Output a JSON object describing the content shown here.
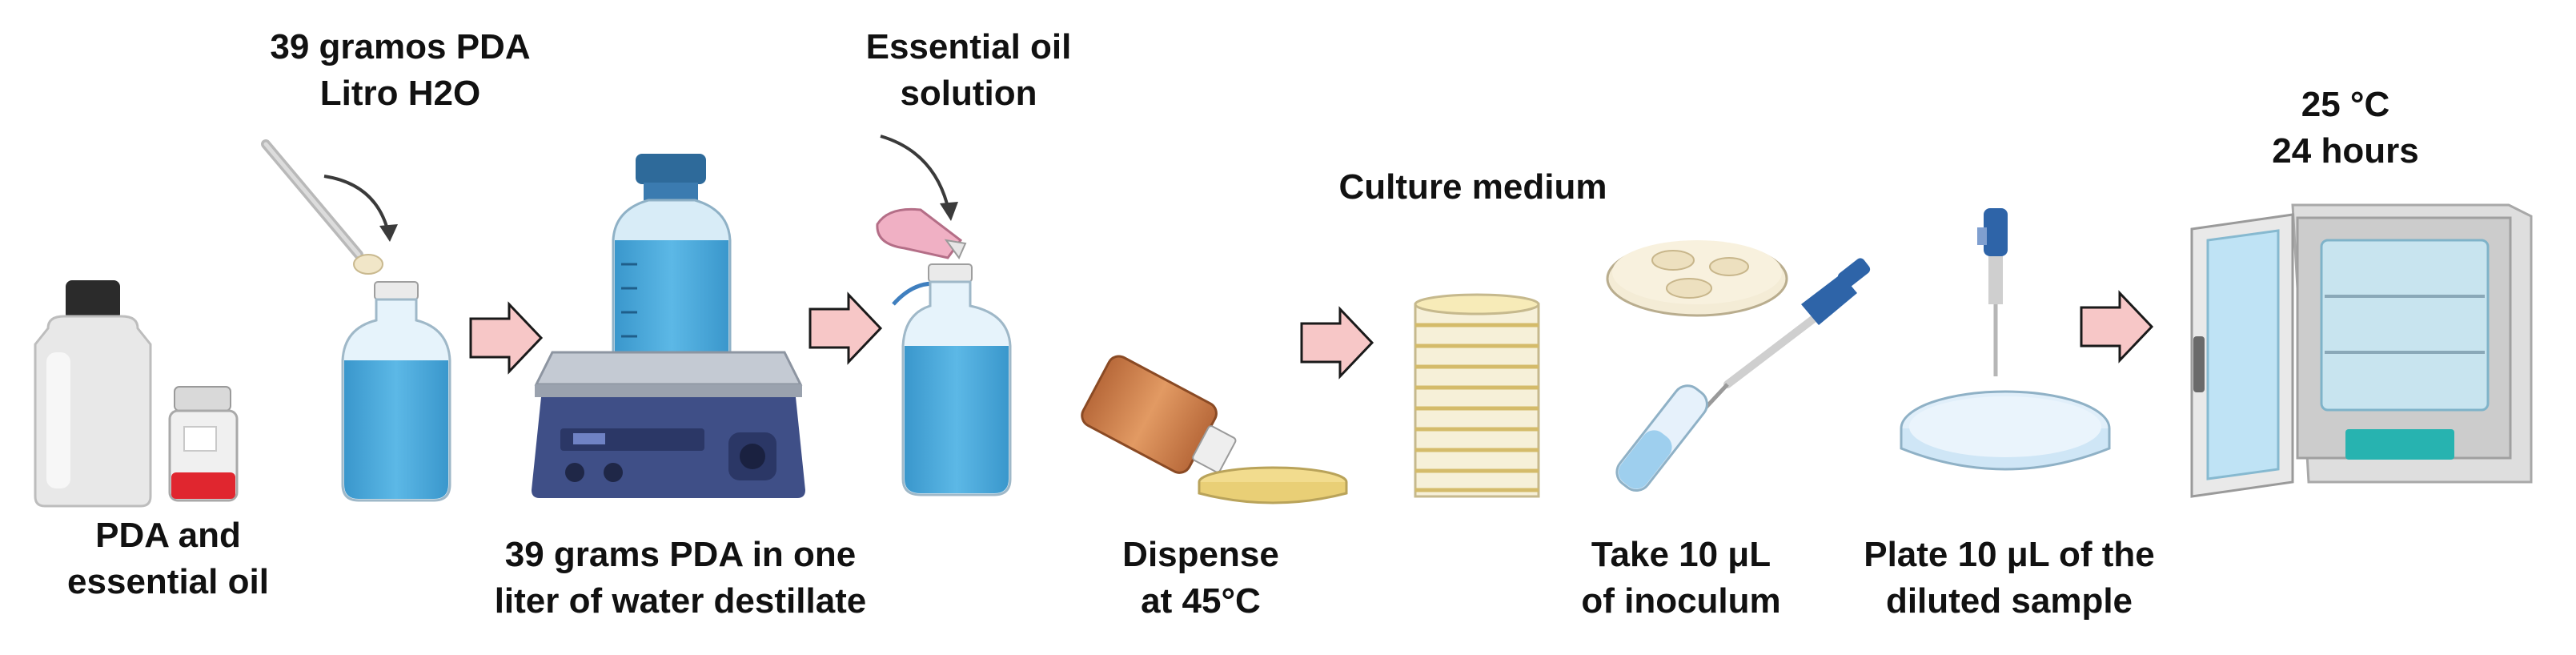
{
  "steps": {
    "pda_and_oil": {
      "line1": "PDA and",
      "line2": "essential oil"
    },
    "pda_recipe_es": {
      "line1": "39 gramos PDA",
      "line2": "Litro H2O"
    },
    "pda_recipe_en": {
      "line1": "39 grams PDA in one",
      "line2": "liter of water destillate"
    },
    "essential_oil": {
      "line1": "Essential oil",
      "line2": "solution"
    },
    "dispense": {
      "line1": "Dispense",
      "line2": "at 45°C"
    },
    "culture_medium": {
      "line1": "Culture medium"
    },
    "take_inoculum": {
      "line1": "Take 10 μL",
      "line2": "of inoculum"
    },
    "plate_sample": {
      "line1": "Plate 10 μL of the",
      "line2": "diluted sample"
    },
    "incubation": {
      "line1": "25 °C",
      "line2": "24 hours"
    }
  },
  "colors": {
    "arrow_fill": "#f7c7c7",
    "arrow_stroke": "#1a1a1a",
    "water_blue": "#4aa7d8",
    "glass": "#e6f3fb",
    "cap_dark": "#2e2e2e",
    "stirrer_body": "#3f4f87",
    "agar_yellow": "#f2dc8e",
    "incubator_teal": "#27b3b0"
  },
  "icons": [
    "reagent-bottle-icon",
    "spatula-icon",
    "flask-icon",
    "magnetic-stirrer-icon",
    "dropper-icon",
    "petri-dish-icon",
    "micropipette-icon",
    "incubator-icon",
    "process-arrow-icon"
  ]
}
